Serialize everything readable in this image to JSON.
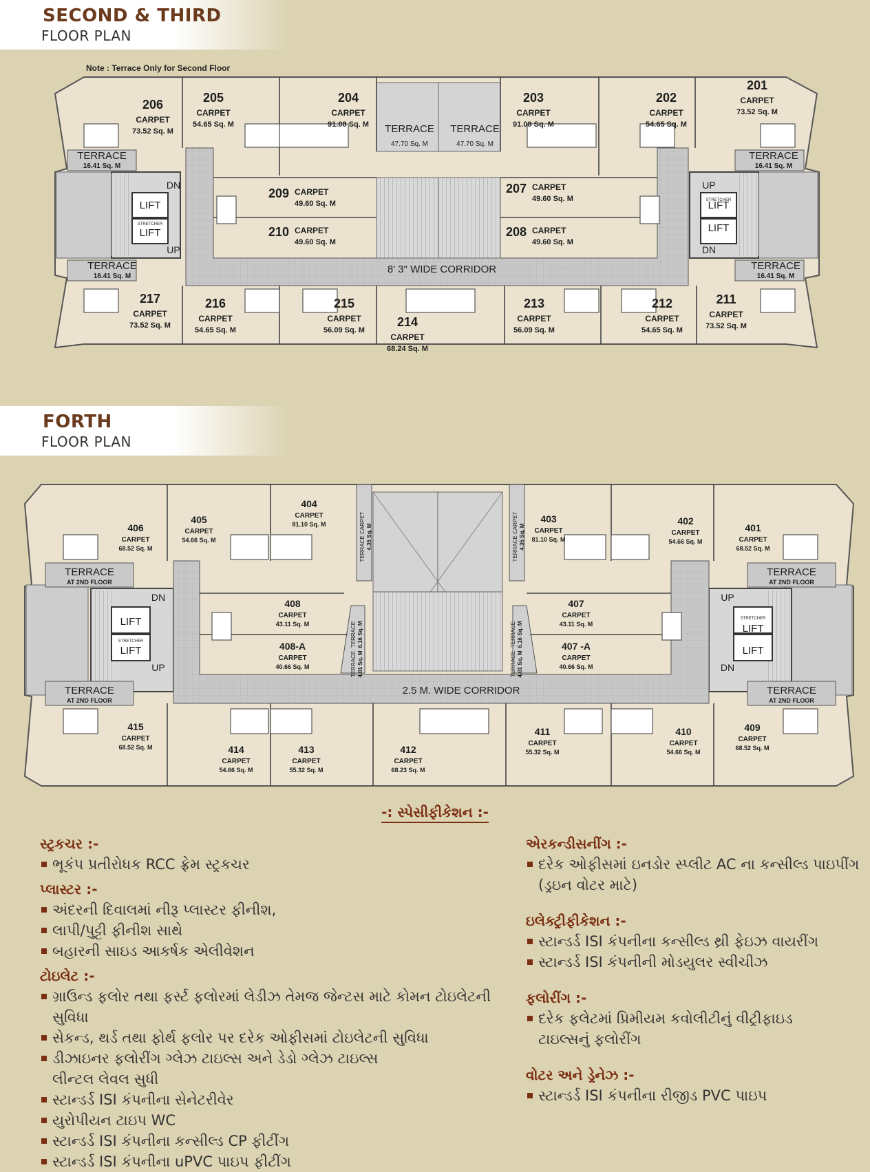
{
  "plan1": {
    "title": "SECOND & THIRD",
    "subtitle": "FLOOR PLAN",
    "note": "Note : Terrace Only for Second Floor",
    "corridor": "8' 3\"  WIDE CORRIDOR",
    "units": [
      {
        "no": "206",
        "area": "73.52 Sq. M"
      },
      {
        "no": "205",
        "area": "54.65 Sq. M"
      },
      {
        "no": "204",
        "area": "91.08 Sq. M"
      },
      {
        "no": "203",
        "area": "91.08 Sq. M"
      },
      {
        "no": "202",
        "area": "54.65 Sq. M"
      },
      {
        "no": "201",
        "area": "73.52 Sq. M"
      },
      {
        "no": "209",
        "area": "49.60 Sq. M"
      },
      {
        "no": "210",
        "area": "49.60 Sq. M"
      },
      {
        "no": "207",
        "area": "49.60 Sq. M"
      },
      {
        "no": "208",
        "area": "49.60 Sq. M"
      },
      {
        "no": "217",
        "area": "73.52 Sq. M"
      },
      {
        "no": "216",
        "area": "54.65 Sq. M"
      },
      {
        "no": "215",
        "area": "56.09 Sq. M"
      },
      {
        "no": "214",
        "area": "68.24 Sq. M"
      },
      {
        "no": "213",
        "area": "56.09 Sq. M"
      },
      {
        "no": "212",
        "area": "54.65 Sq. M"
      },
      {
        "no": "211",
        "area": "73.52 Sq. M"
      }
    ],
    "terrace_big": [
      {
        "label": "TERRACE",
        "area": "47.70 Sq. M"
      },
      {
        "label": "TERRACE",
        "area": "47.70 Sq. M"
      }
    ],
    "terrace_small": [
      {
        "label": "TERRACE",
        "area": "16.41 Sq. M"
      },
      {
        "label": "TERRACE",
        "area": "16.41 Sq. M"
      },
      {
        "label": "TERRACE",
        "area": "16.41 Sq. M"
      },
      {
        "label": "TERRACE",
        "area": "16.41 Sq. M"
      }
    ]
  },
  "plan2": {
    "title": "FORTH",
    "subtitle": "FLOOR PLAN",
    "corridor": "2.5 M. WIDE CORRIDOR",
    "units": [
      {
        "no": "406",
        "area": "68.52 Sq. M"
      },
      {
        "no": "405",
        "area": "54.66 Sq. M"
      },
      {
        "no": "404",
        "area": "81.10 Sq. M"
      },
      {
        "no": "403",
        "area": "81.10 Sq. M"
      },
      {
        "no": "402",
        "area": "54.66 Sq. M"
      },
      {
        "no": "401",
        "area": "68.52 Sq. M"
      },
      {
        "no": "408",
        "area": "43.11 Sq. M"
      },
      {
        "no": "408-A",
        "area": "40.66 Sq. M"
      },
      {
        "no": "407",
        "area": "43.11 Sq. M"
      },
      {
        "no": "407 -A",
        "area": "40.66 Sq. M"
      },
      {
        "no": "415",
        "area": "68.52 Sq. M"
      },
      {
        "no": "414",
        "area": "54.66 Sq. M"
      },
      {
        "no": "413",
        "area": "55.32 Sq. M"
      },
      {
        "no": "412",
        "area": "68.23 Sq. M"
      },
      {
        "no": "411",
        "area": "55.32 Sq. M"
      },
      {
        "no": "410",
        "area": "54.66 Sq. M"
      },
      {
        "no": "409",
        "area": "68.52 Sq. M"
      }
    ],
    "terrace_at2": {
      "label": "TERRACE",
      "sub": "AT 2ND FLOOR"
    },
    "vert_terrace": [
      {
        "label": "TERRACE  CARPET",
        "area": "4.35 Sq. M"
      },
      {
        "label": "TERRACE  CARPET",
        "area": "4.35 Sq. M"
      },
      {
        "label": "TERRACE",
        "area": "6.16 Sq. M"
      },
      {
        "label": "TERRACE",
        "area": "4.01 Sq. M"
      },
      {
        "label": "TERRACE",
        "area": "6.16 Sq. M"
      },
      {
        "label": "TERRACE",
        "area": "4.01 Sq. M"
      }
    ]
  },
  "common": {
    "carpet": "CARPET",
    "lift": "LIFT",
    "stretcher": "STRETCHER",
    "dn": "DN",
    "up": "UP"
  },
  "spec": {
    "title": "-: સ્પેસીફીકેશન :-",
    "left": [
      {
        "h": "સ્ટ્રકચર :-",
        "items": [
          "ભૂકંપ પ્રતીરોધક RCC ફ્રેમ સ્ટ્રકચર"
        ]
      },
      {
        "h": "પ્લાસ્ટર :-",
        "items": [
          "અંદરની દિવાલમાં નીરૂ પ્લાસ્ટર ફીનીશ,",
          "લાપી/પુટ્ટી ફીનીશ સાથે",
          "બહારની સાઇડ આકર્ષક એલીવેશન"
        ]
      },
      {
        "h": "ટોઇલેટ :-",
        "items": [
          "ગ્રાઉન્ડ ફલોર તથા ફર્સ્ટ ફલોરમાં લેડીઝ તેમજ જેન્ટસ માટે કોમન ટોઇલેટની સુવિધા",
          "સેકન્ડ, થર્ડ તથા ફોર્થ ફલોર પર દરેક ઓફીસમાં ટોઇલેટની સુવિધા",
          "ડીઝાઇનર ફલોરીંગ ગ્લેઝ ટાઇલ્સ અને ડેડો ગ્લેઝ ટાઇલ્સ|લીન્ટલ લેવલ સુધી",
          "સ્ટાન્ડર્ડ ISI કંપનીના સેનેટરીવેર",
          "યુરોપીયન ટાઇપ WC",
          "સ્ટાન્ડર્ડ ISI કંપનીના કન્સીલ્ડ CP ફીટીંગ",
          "સ્ટાન્ડર્ડ ISI કંપનીના uPVC પાઇપ ફીટીંગ"
        ]
      }
    ],
    "right": [
      {
        "h": "એરકન્ડીસનીંગ :-",
        "items": [
          "દરેક ઓફીસમાં ઇનડોર સ્પ્લીટ AC ના કન્સીલ્ડ પાઇપીંગ|(ડ્રઇન વોટર માટે)"
        ]
      },
      {
        "h": "ઇલેક્ટ્રીફીકેશન :-",
        "items": [
          "સ્ટાન્ડર્ડ ISI કંપનીના કન્સીલ્ડ થ્રી ફેઇઝ વાયરીંગ",
          "સ્ટાન્ડર્ડ ISI કંપનીની મોડયુલર સ્વીચીઝ"
        ]
      },
      {
        "h": "ફલોરીંગ :-",
        "items": [
          "દરેક ફલેટમાં પ્રિમીયમ કવોલીટીનું વીટ્રીફાઇડ|ટાઇલ્સનું ફલોરીંગ"
        ]
      },
      {
        "h": "વોટર અને ડ્રેનેઝ :-",
        "items": [
          "સ્ટાન્ડર્ડ ISI કંપનીના રીજીડ PVC પાઇપ"
        ]
      }
    ]
  }
}
